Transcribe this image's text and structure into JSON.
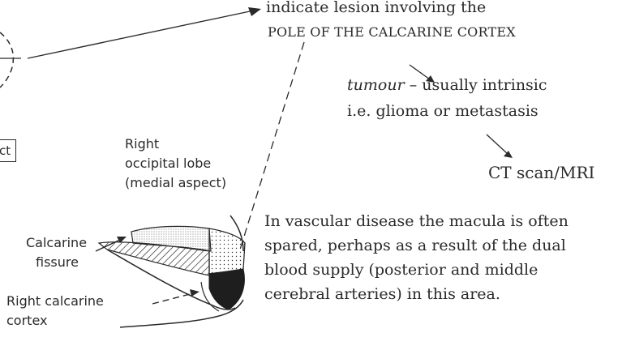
{
  "top_note": {
    "line1": "indicate lesion involving the",
    "line2": "POLE OF THE CALCARINE CORTEX"
  },
  "tumour_note": {
    "term": "tumour",
    "rest": " – usually intrinsic",
    "line2": "i.e. glioma or metastasis"
  },
  "investigation": "CT scan/MRI",
  "vascular_note": {
    "lines": [
      "In vascular disease the macula is often",
      "spared, perhaps as a result of the dual",
      "blood supply (posterior and middle",
      "cerebral arteries) in this area."
    ]
  },
  "left_box": "ct",
  "labels": {
    "lobe": [
      "Right",
      "occipital lobe",
      "(medial aspect)"
    ],
    "fissure": [
      "Calcarine",
      "fissure"
    ],
    "cortex": [
      "Right calcarine",
      "cortex"
    ]
  }
}
